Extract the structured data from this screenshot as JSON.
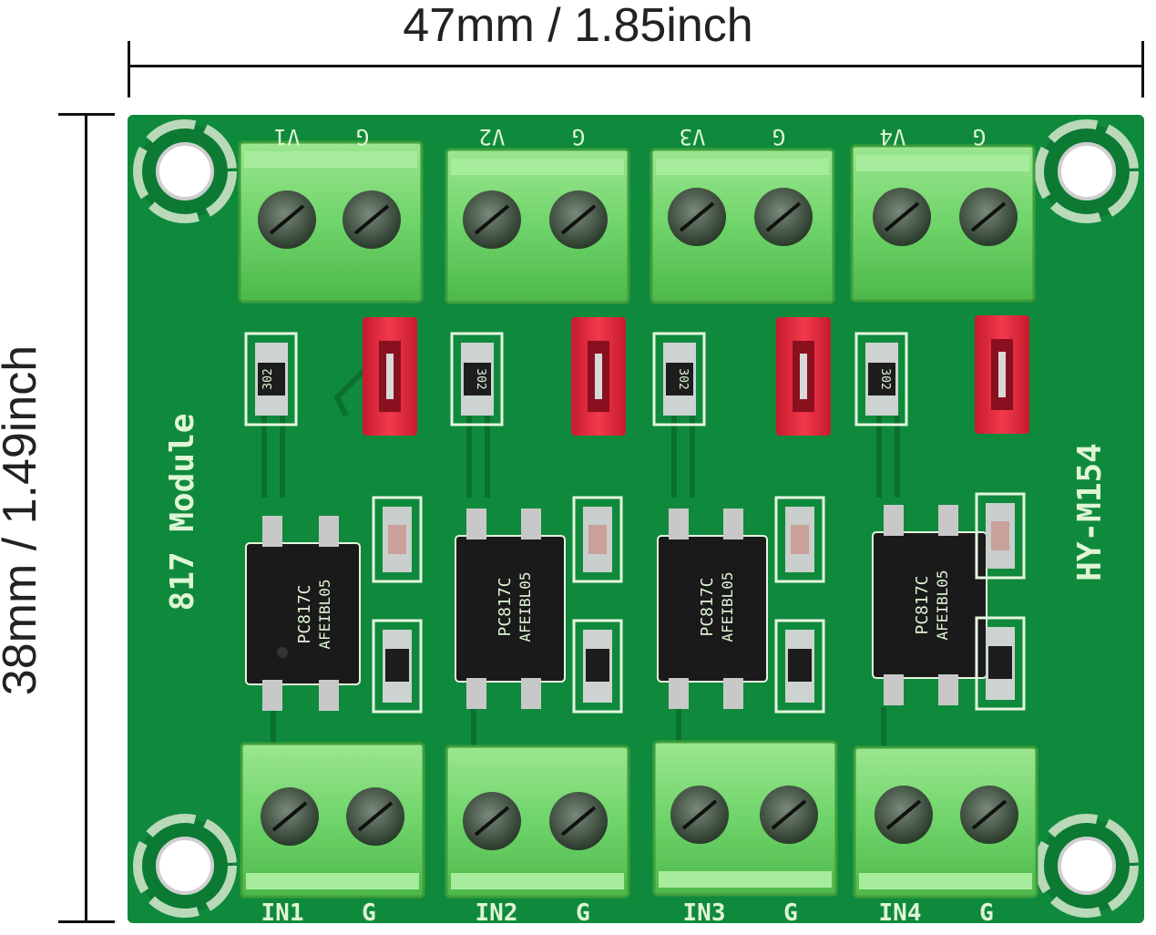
{
  "dimensions": {
    "width_label": "47mm / 1.85inch",
    "height_label": "38mm / 1.49inch"
  },
  "board": {
    "module_label": "817 Module",
    "model_label": "HY-M154",
    "top_terminals": [
      {
        "signal": "V1",
        "ground": "G"
      },
      {
        "signal": "V2",
        "ground": "G"
      },
      {
        "signal": "V3",
        "ground": "G"
      },
      {
        "signal": "V4",
        "ground": "G"
      }
    ],
    "bottom_terminals": [
      {
        "signal": "IN1",
        "ground": "G"
      },
      {
        "signal": "IN2",
        "ground": "G"
      },
      {
        "signal": "IN3",
        "ground": "G"
      },
      {
        "signal": "IN4",
        "ground": "G"
      }
    ],
    "chip_line1": "PC817C",
    "chip_line2": "AFEIBL05",
    "resistor_code": "302",
    "colors": {
      "pcb": "#0f8a3c",
      "terminal": "#6fd46a",
      "jumper": "#e8243a",
      "chip": "#1a1a1a"
    }
  }
}
